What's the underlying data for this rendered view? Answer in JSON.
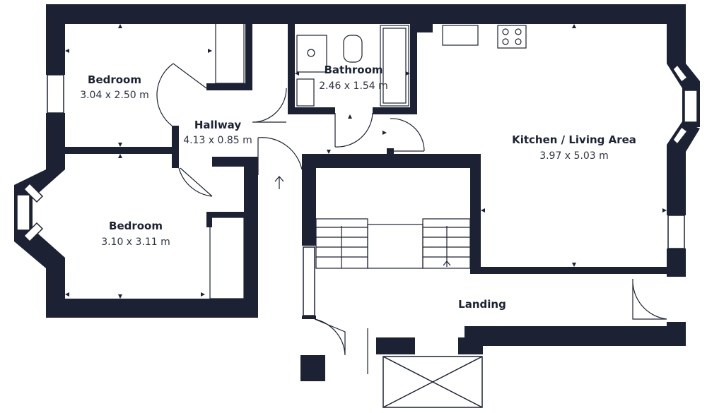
{
  "floorplan": {
    "colors": {
      "wall": "#1c2233",
      "line": "#1c2233",
      "background": "#ffffff"
    },
    "rooms": [
      {
        "id": "bedroom-1",
        "name": "Bedroom",
        "dimensions": "3.04 x 2.50 m"
      },
      {
        "id": "bathroom",
        "name": "Bathroom",
        "dimensions": "2.46 x 1.54 m"
      },
      {
        "id": "hallway",
        "name": "Hallway",
        "dimensions": "4.13 x 0.85 m"
      },
      {
        "id": "kitchen",
        "name": "Kitchen / Living Area",
        "dimensions": "3.97 x 5.03 m"
      },
      {
        "id": "bedroom-2",
        "name": "Bedroom",
        "dimensions": "3.10 x 3.11 m"
      },
      {
        "id": "landing",
        "name": "Landing",
        "dimensions": ""
      }
    ],
    "icons": [
      "up-arrow-icon",
      "down-arrow-icon",
      "sink-icon",
      "hob-icon",
      "toilet-icon",
      "bathtub-icon",
      "shower-icon",
      "washbasin-icon",
      "skylight-icon"
    ]
  }
}
